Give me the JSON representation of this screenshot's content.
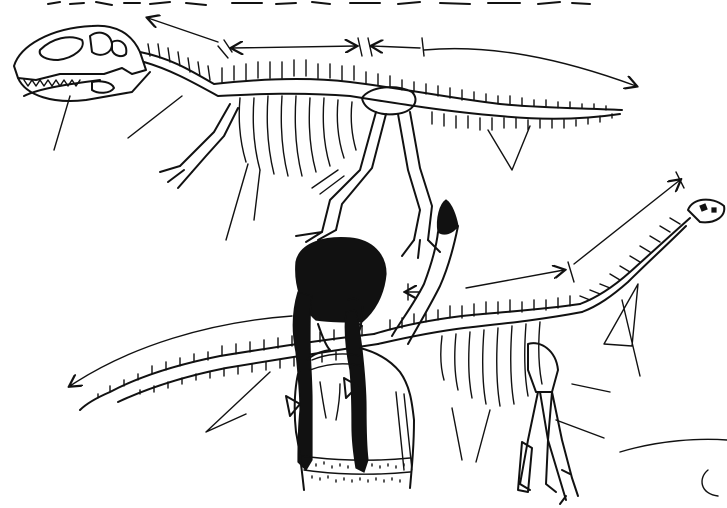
{
  "illustration": {
    "style": "black line drawing",
    "ink_color": "#111111",
    "paper_color": "#ffffff",
    "top_caption_fragment": ""
  },
  "figures": [
    {
      "name": "theropod-skeleton",
      "label": ""
    },
    {
      "name": "sauropod-skeleton",
      "label": ""
    },
    {
      "name": "girl-with-braids",
      "label": ""
    }
  ]
}
